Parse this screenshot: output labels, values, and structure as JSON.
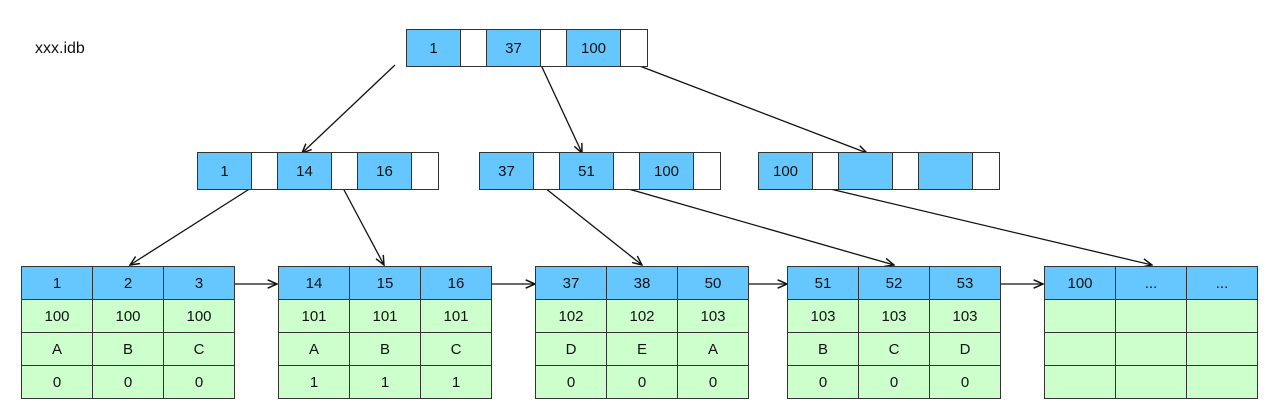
{
  "file_label": "xxx.idb",
  "root": {
    "keys": [
      "1",
      "37",
      "100"
    ]
  },
  "internal": [
    {
      "keys": [
        "1",
        "14",
        "16"
      ]
    },
    {
      "keys": [
        "37",
        "51",
        "100"
      ]
    },
    {
      "keys": [
        "100",
        "",
        ""
      ]
    }
  ],
  "leaves": [
    {
      "rows": [
        [
          "1",
          "2",
          "3"
        ],
        [
          "100",
          "100",
          "100"
        ],
        [
          "A",
          "B",
          "C"
        ],
        [
          "0",
          "0",
          "0"
        ]
      ]
    },
    {
      "rows": [
        [
          "14",
          "15",
          "16"
        ],
        [
          "101",
          "101",
          "101"
        ],
        [
          "A",
          "B",
          "C"
        ],
        [
          "1",
          "1",
          "1"
        ]
      ]
    },
    {
      "rows": [
        [
          "37",
          "38",
          "50"
        ],
        [
          "102",
          "102",
          "103"
        ],
        [
          "D",
          "E",
          "A"
        ],
        [
          "0",
          "0",
          "0"
        ]
      ]
    },
    {
      "rows": [
        [
          "51",
          "52",
          "53"
        ],
        [
          "103",
          "103",
          "103"
        ],
        [
          "B",
          "C",
          "D"
        ],
        [
          "0",
          "0",
          "0"
        ]
      ]
    },
    {
      "rows": [
        [
          "100",
          "...",
          "..."
        ],
        [
          "",
          "",
          ""
        ],
        [
          "",
          "",
          ""
        ],
        [
          "",
          "",
          ""
        ]
      ]
    }
  ]
}
